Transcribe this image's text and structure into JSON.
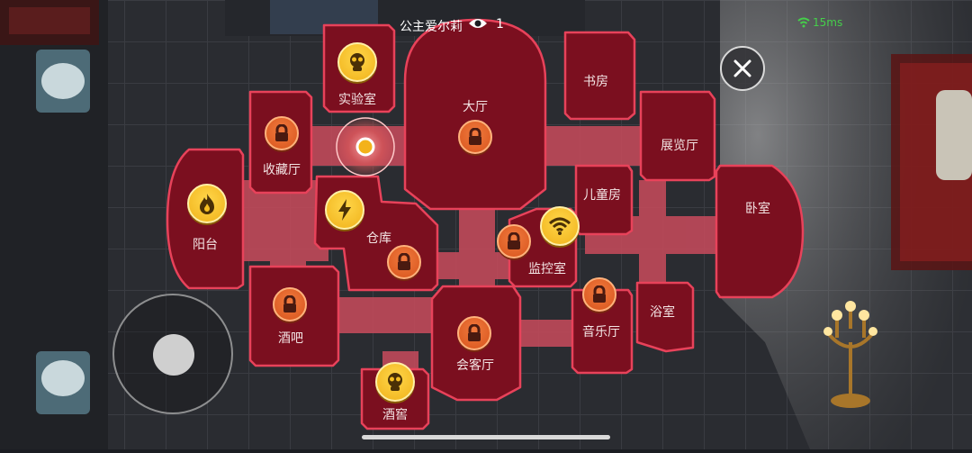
{
  "hud": {
    "player_name": "公主爱尔莉",
    "viewer_count": "1",
    "ping": "15ms",
    "ping_color": "#45d04a"
  },
  "colors": {
    "room_fill": "#7b0f1f",
    "room_border": "#e8425a",
    "corridor_fill": "#c44a5b",
    "lock_badge": "#e8662a",
    "special_badge": "#f5be22"
  },
  "map": {
    "rooms": [
      {
        "id": "lab",
        "label": "实验室",
        "badge": "biohazard-icon",
        "locked": false
      },
      {
        "id": "hall",
        "label": "大厅",
        "badge": "lock-icon",
        "locked": true
      },
      {
        "id": "study",
        "label": "书房",
        "badge": "",
        "locked": false
      },
      {
        "id": "gallery",
        "label": "展览厅",
        "badge": "",
        "locked": false
      },
      {
        "id": "collection",
        "label": "收藏厅",
        "badge": "lock-icon",
        "locked": true
      },
      {
        "id": "balcony",
        "label": "阳台",
        "badge": "fire-icon",
        "locked": false
      },
      {
        "id": "warehouse",
        "label": "仓库",
        "badge": "lightning-icon",
        "locked": true
      },
      {
        "id": "kids",
        "label": "儿童房",
        "badge": "",
        "locked": false
      },
      {
        "id": "bedroom",
        "label": "卧室",
        "badge": "",
        "locked": false
      },
      {
        "id": "monitor",
        "label": "监控室",
        "badge": "wifi-icon",
        "locked": true
      },
      {
        "id": "bar",
        "label": "酒吧",
        "badge": "lock-icon",
        "locked": true
      },
      {
        "id": "lounge",
        "label": "会客厅",
        "badge": "lock-icon",
        "locked": true
      },
      {
        "id": "music",
        "label": "音乐厅",
        "badge": "lock-icon",
        "locked": true
      },
      {
        "id": "bath",
        "label": "浴室",
        "badge": "",
        "locked": false
      },
      {
        "id": "cellar",
        "label": "酒窖",
        "badge": "biohazard-icon",
        "locked": false
      }
    ],
    "current_location_marker": "location-marker"
  },
  "controls": {
    "close": "close-icon",
    "joystick": "joystick"
  }
}
